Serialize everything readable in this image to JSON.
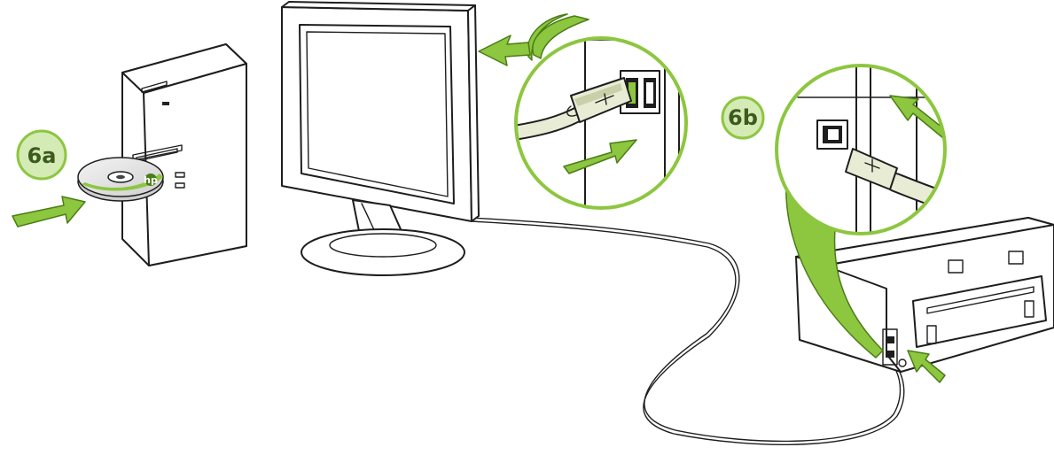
{
  "steps": {
    "step_a": "6a",
    "step_b": "6b"
  },
  "cd": {
    "logo_text": "hp"
  },
  "colors": {
    "accent": "#8dc63f",
    "accent_dark": "#4a7d16",
    "badge_fill": "#d4ebb5",
    "line": "#1e1e1e"
  },
  "icons": [
    "insert-arrow-icon",
    "curved-callout-arrow-icon",
    "usb-connector-icon",
    "cd-disc-icon"
  ]
}
